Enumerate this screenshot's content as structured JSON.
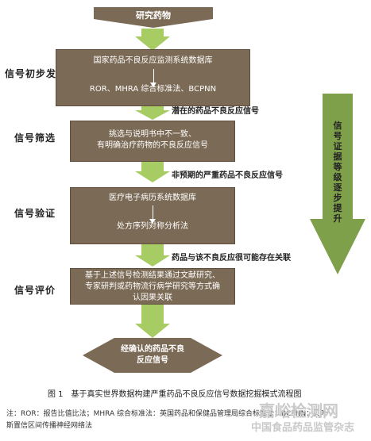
{
  "start_label": "研究药物",
  "stages": {
    "initial": "信号初步发现",
    "screening": "信号筛选",
    "verification": "信号验证",
    "evaluation": "信号评价"
  },
  "boxes": {
    "initial_line1": "国家药品不良反应监测系统数据库",
    "initial_line2": "ROR、MHRA 综合标准法、BCPNN",
    "screening_line1": "挑选与说明书中不一致、",
    "screening_line2": "有明确治疗药物的不良反应信号",
    "verification_line1": "医疗电子病历系统数据库",
    "verification_line2": "处方序列对称分析法",
    "evaluation_line1": "基于上述信号检测结果通过文献研究、",
    "evaluation_line2": "专家研判或药物流行病学研究等方式确",
    "evaluation_line3": "认因果关联"
  },
  "edges": {
    "e1": "潜在的药品不良反应信号",
    "e2": "非预期的严重药品不良反应信号",
    "e3": "药品与该不良反应很可能存在关联"
  },
  "end_label_line1": "经确认的药品不良",
  "end_label_line2": "反应信号",
  "side_arrow_label": "信号证据等级逐步提升",
  "caption": "图 1　基于真实世界数据构建严重药品不良反应信号数据挖掘模式流程图",
  "note_line1": "注：ROR：报告比值比法；MHRA 综合标准法：英国药品和保健品管理局综合标准法；BCPNN：贝叶",
  "note_line2": "斯置信区间传播神经网络法",
  "watermark_1": "嘉峪检测网",
  "watermark_2": "中国食品药品监管杂志",
  "colors": {
    "box_fill": "#7b6a55",
    "arrow_green": "#a7cc63",
    "side_arrow_green": "#7fa04a"
  }
}
